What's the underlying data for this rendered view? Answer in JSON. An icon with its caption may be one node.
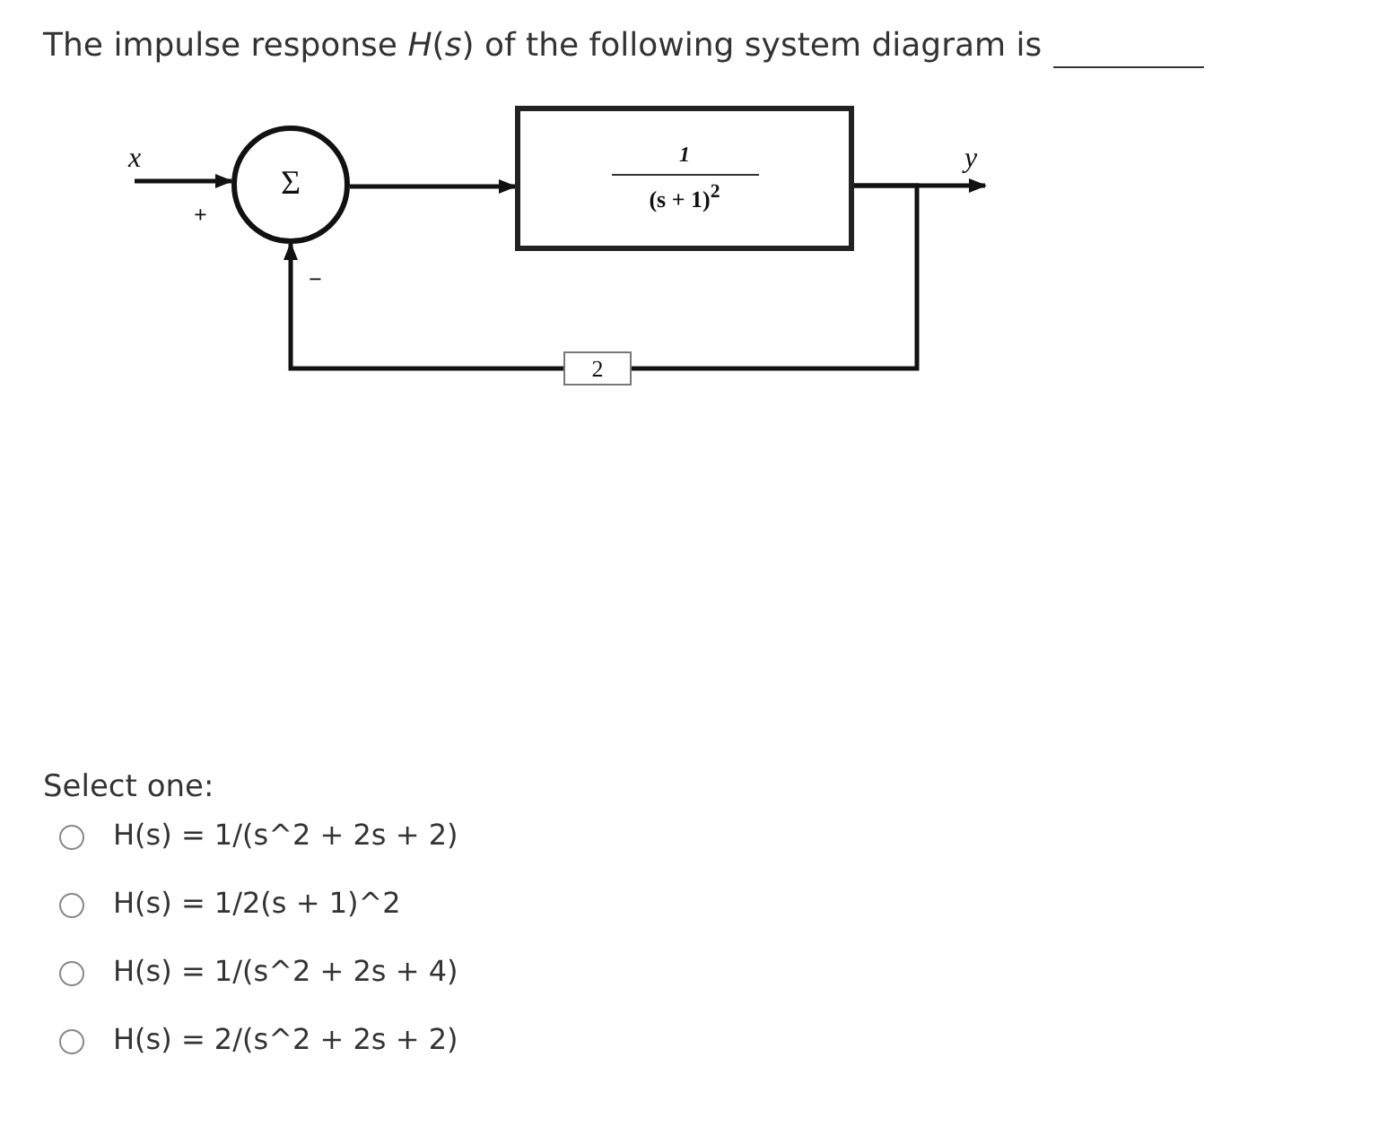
{
  "diagram": {
    "title": "The impulse response *H*(*s*) of the following system diagram is",
    "nodes": [
      {
        "text": [
          "x"
        ]
      },
      {
        "text": [
          "Σ"
        ]
      },
      {
        "text": [
          "1",
          "(s + 1)$^{2}$"
        ]
      },
      {
        "text": [
          "y"
        ]
      },
      {
        "text": [
          "2"
        ]
      }
    ],
    "edges": [
      {
        "from": 0,
        "to": 1,
        "arrow": "to"
      },
      {
        "from": 1,
        "to": 2,
        "arrow": "to"
      },
      {
        "from": 2,
        "to": 3,
        "arrow": "to"
      },
      {
        "from": 2,
        "to": 4,
        "arrow": "none"
      },
      {
        "from": 4,
        "to": 1,
        "arrow": "to"
      }
    ],
    "labels": [
      "+",
      "−",
      "Select one:",
      "H(s) = 1/(s^2 + 2s + 2)",
      "H(s) = 1/2(s + 1)^2",
      "H(s) = 1/(s^2 + 2s + 4)",
      "H(s) = 2/(s^2 + 2s + 2)"
    ]
  }
}
